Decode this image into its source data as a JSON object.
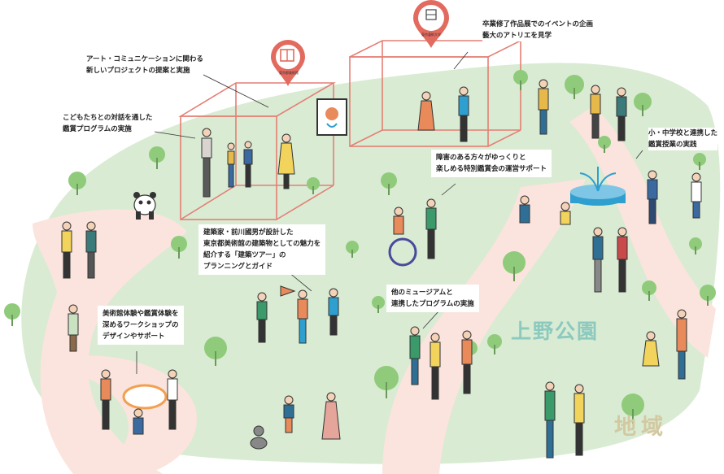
{
  "labels": {
    "art_comm": "アート・コミュニケーションに関わる\n新しいプロジェクトの提案と実施",
    "kids_dialogue": "こどもたちとの対話を通した\n鑑賞プログラムの実施",
    "graduation": "卒業修了作品展でのイベントの企画\n藝大のアトリエを見学",
    "school": "小・中学校と連携した\n鑑賞授業の実践",
    "accessibility": "障害のある方々がゆっくりと\n楽しめる特別鑑賞会の運営サポート",
    "architecture_tour": "建築家・前川國男が設計した\n東京都美術館の建築物としての魅力を\n紹介する「建築ツアー」の\nプランニングとガイド",
    "museums": "他のミュージアムと\n連携したプログラムの実施",
    "workshop": "美術館体験や鑑賞体験を\n深めるワークショップの\nデザインやサポート"
  },
  "areas": {
    "park": "上野公園",
    "region": "地域"
  },
  "pins": {
    "tobikan": "東京都美術館",
    "geidai": "東京藝術大学"
  },
  "colors": {
    "park_green": "#d9ebd3",
    "path_pink": "#fbe4dd",
    "frame_line": "#e47f74",
    "pin_red": "#e26a5e",
    "park_text": "#8cc9be",
    "region_text": "#d2c9a2",
    "tree": "#8fcb7b",
    "water": "#2f9fd0"
  }
}
